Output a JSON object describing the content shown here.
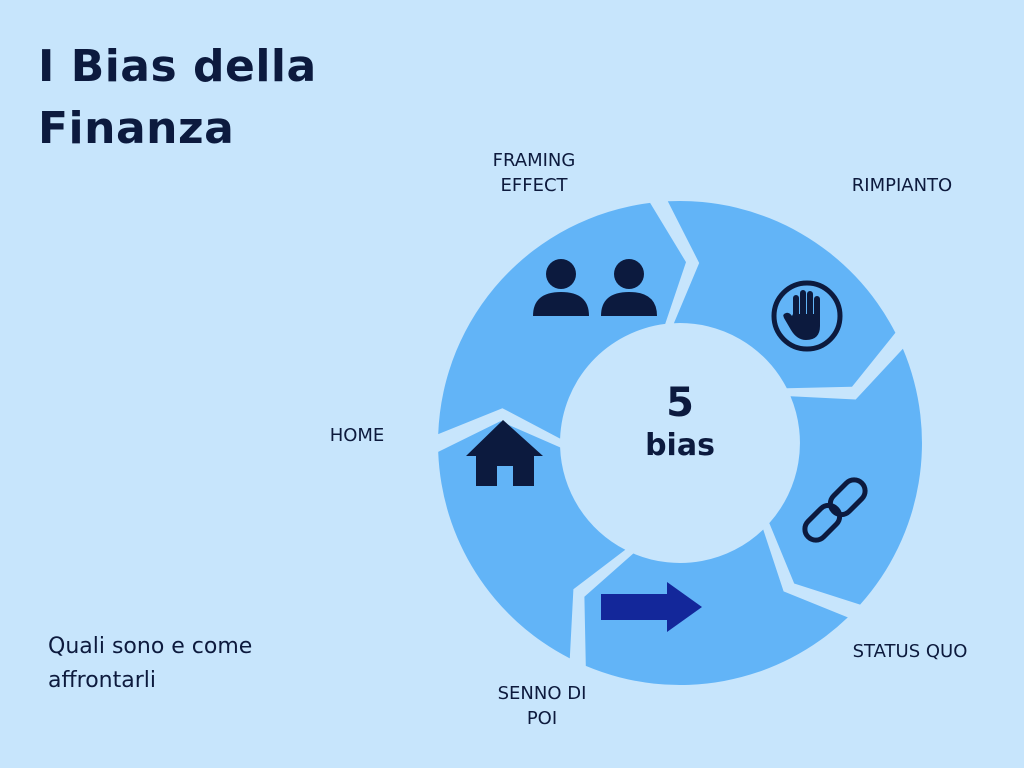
{
  "header": {
    "title_line1": "I Bias della",
    "title_line2": "Finanza"
  },
  "subtitle": {
    "line1": "Quali sono e come",
    "line2": "affrontarli"
  },
  "center": {
    "number": "5",
    "word": "bias"
  },
  "segments": [
    {
      "label_lines": [
        "FRAMING",
        "EFFECT"
      ],
      "icon": "people-icon"
    },
    {
      "label_lines": [
        "RIMPIANTO"
      ],
      "icon": "stop-hand-icon"
    },
    {
      "label_lines": [
        "STATUS QUO"
      ],
      "icon": "link-icon"
    },
    {
      "label_lines": [
        "SENNO DI",
        "POI"
      ],
      "icon": "arrow-right-icon"
    },
    {
      "label_lines": [
        "HOME"
      ],
      "icon": "home-icon"
    }
  ],
  "colors": {
    "background": "#c7e5fc",
    "segment": "#62b4f7",
    "center": "#c7e5fc",
    "icon": "#0c1a3e",
    "arrow": "#13279a"
  }
}
